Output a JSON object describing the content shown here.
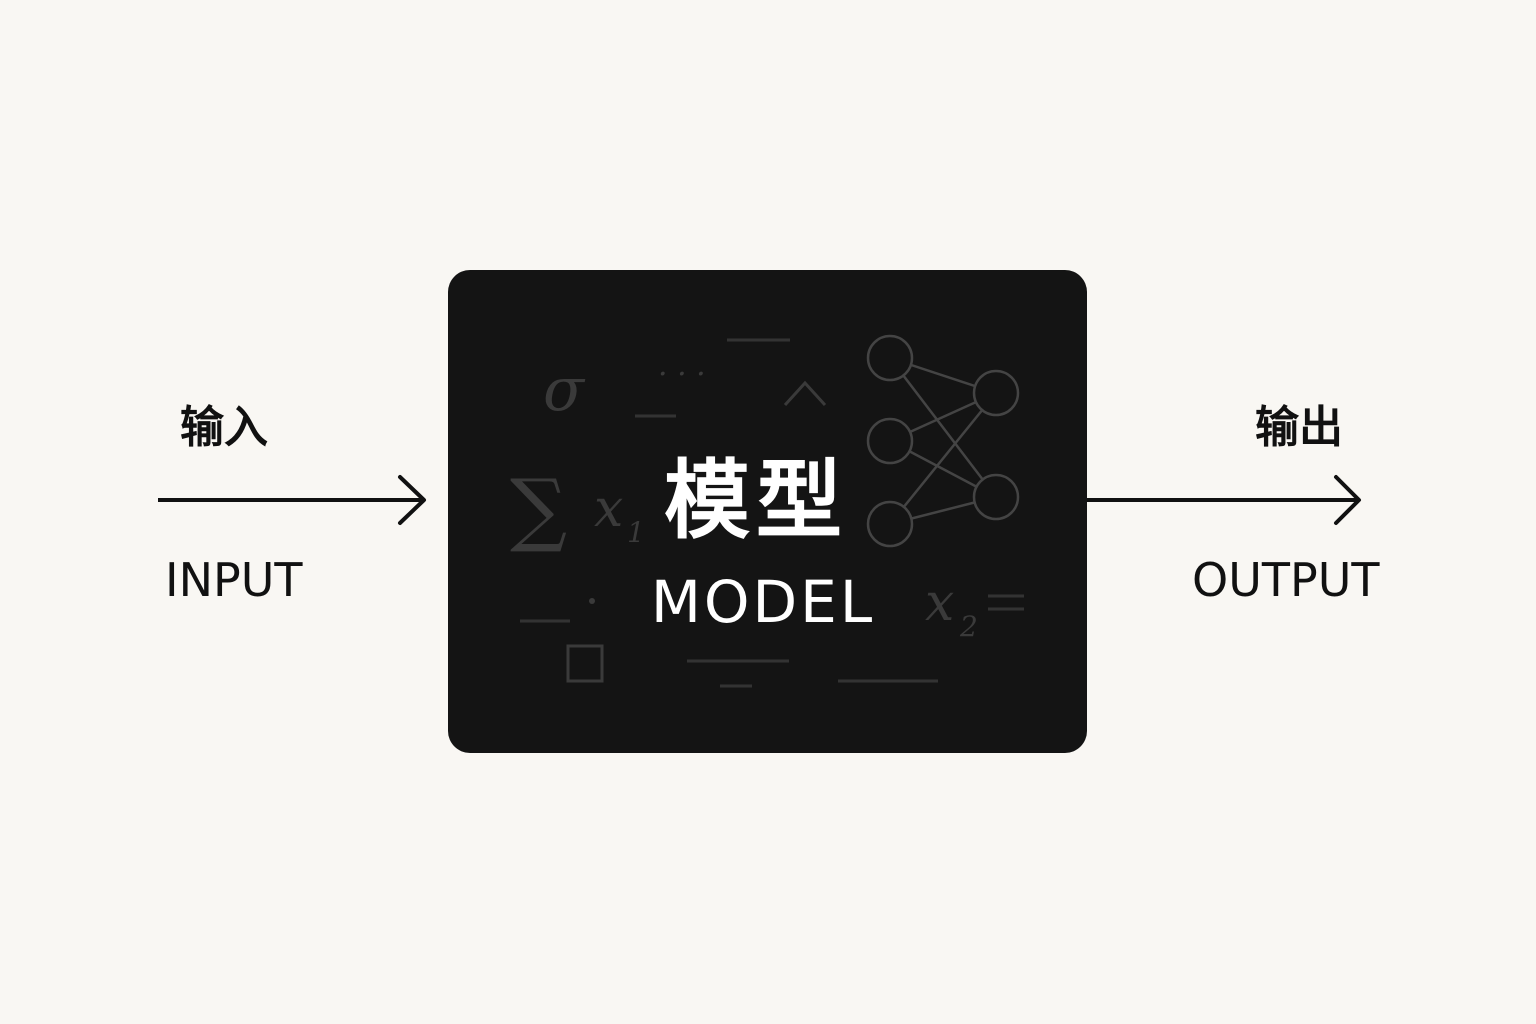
{
  "input": {
    "label_cn": "输入",
    "label_en": "INPUT"
  },
  "output": {
    "label_cn": "输出",
    "label_en": "OUTPUT"
  },
  "model": {
    "label_cn": "模型",
    "label_en": "MODEL"
  },
  "decorative_symbols": {
    "sigma": "σ",
    "sum": "∑",
    "x": "x",
    "sub1": "1",
    "sub2": "2",
    "equals": "=",
    "caret": "^",
    "dots": "· · ·"
  },
  "colors": {
    "background": "#f9f7f3",
    "box": "#141414",
    "text_dark": "#111111",
    "text_light": "#ffffff"
  }
}
